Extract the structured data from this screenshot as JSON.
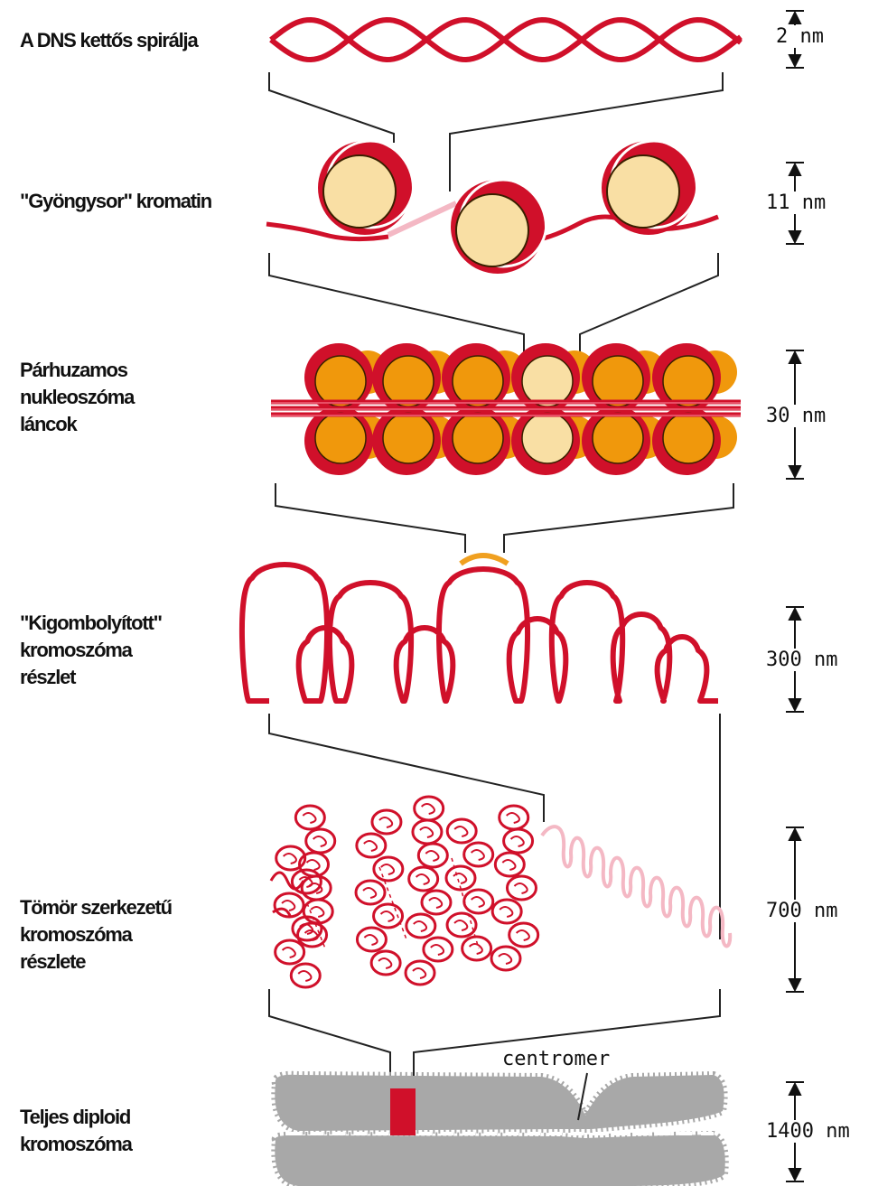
{
  "levels": [
    {
      "label": "A DNS kettős spirálja",
      "scale": "2 nm"
    },
    {
      "label": "\"Gyöngysor\" kromatin",
      "scale": "11 nm"
    },
    {
      "label": "Párhuzamos\nnukleoszóma\nláncok",
      "scale": "30 nm"
    },
    {
      "label": "\"Kigombolyított\"\nkromoszóma\nrészlet",
      "scale": "300 nm"
    },
    {
      "label": "Tömör szerkezetű\nkromoszóma\nrészlete",
      "scale": "700 nm"
    },
    {
      "label": "Teljes diploid\nkromoszóma",
      "scale": "1400 nm"
    }
  ],
  "callout": "centromer",
  "colors": {
    "dna": "#d0102a",
    "histone_core": "#f9dfa4",
    "histone_dark": "#f0980c",
    "chromosome": "#a8a8a8",
    "faded": "#f4b8c4"
  }
}
